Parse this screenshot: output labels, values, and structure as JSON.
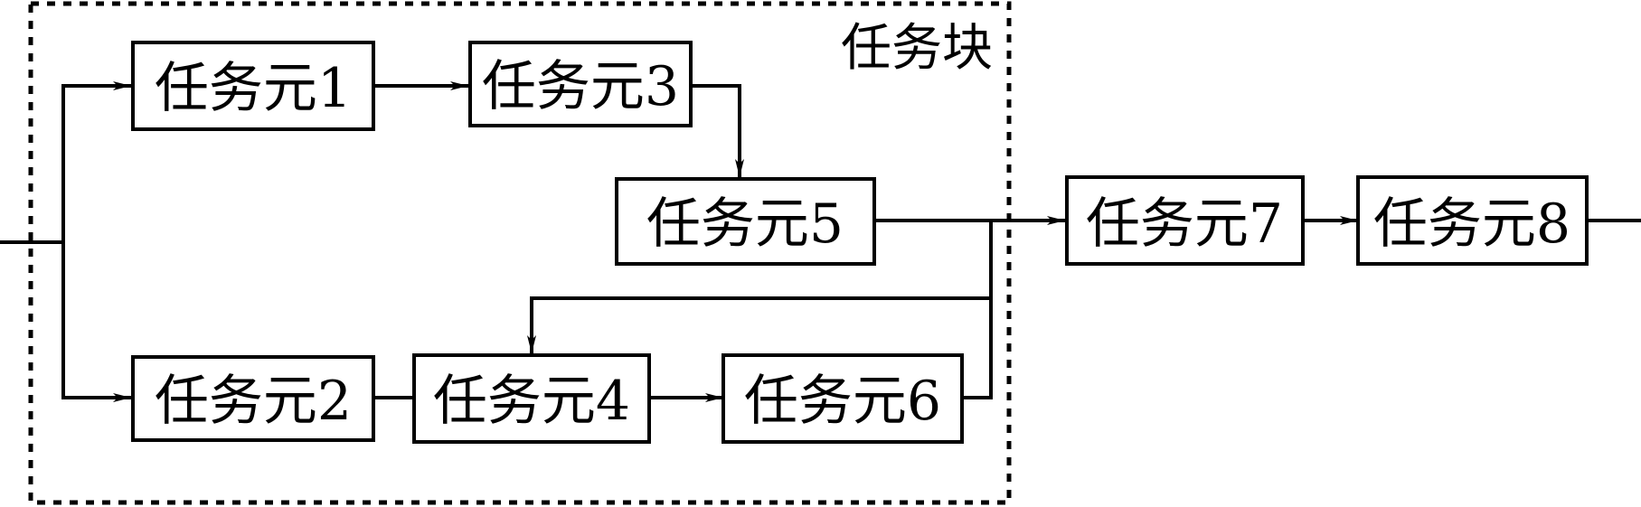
{
  "block": {
    "label": "任务块"
  },
  "units": [
    {
      "id": "u1",
      "label": "任务元1"
    },
    {
      "id": "u2",
      "label": "任务元2"
    },
    {
      "id": "u3",
      "label": "任务元3"
    },
    {
      "id": "u4",
      "label": "任务元4"
    },
    {
      "id": "u5",
      "label": "任务元5"
    },
    {
      "id": "u6",
      "label": "任务元6"
    },
    {
      "id": "u7",
      "label": "任务元7"
    },
    {
      "id": "u8",
      "label": "任务元8"
    }
  ],
  "edges": [
    {
      "from": "input",
      "to": "u1"
    },
    {
      "from": "input",
      "to": "u2"
    },
    {
      "from": "u1",
      "to": "u3"
    },
    {
      "from": "u3",
      "to": "u5"
    },
    {
      "from": "u2",
      "to": "u4"
    },
    {
      "from": "u4",
      "to": "u6"
    },
    {
      "from": "u5",
      "to": "u7"
    },
    {
      "from": "u6",
      "to": "u7"
    },
    {
      "from": "u6",
      "to": "u4"
    },
    {
      "from": "u7",
      "to": "u8"
    },
    {
      "from": "u8",
      "to": "output"
    }
  ]
}
